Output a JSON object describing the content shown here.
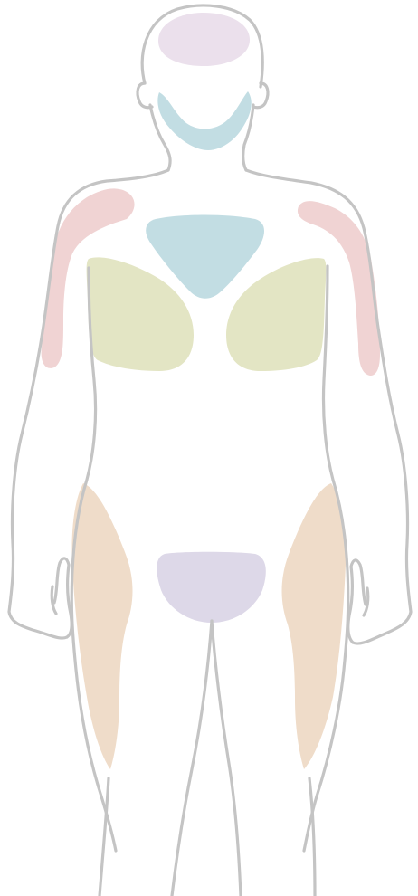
{
  "figure": {
    "outline_color": "#c4c4c4",
    "regions": [
      {
        "id": "scalp",
        "color": "#ebe0ec"
      },
      {
        "id": "jaw",
        "color": "#c2dde3"
      },
      {
        "id": "chest",
        "color": "#c2dde3"
      },
      {
        "id": "upper-arm-left",
        "color": "#f0d3d3"
      },
      {
        "id": "upper-arm-right",
        "color": "#f0d3d3"
      },
      {
        "id": "flank-left",
        "color": "#e3e5c4"
      },
      {
        "id": "flank-right",
        "color": "#e3e5c4"
      },
      {
        "id": "groin",
        "color": "#ddd8e8"
      },
      {
        "id": "thigh-left",
        "color": "#efdcc9"
      },
      {
        "id": "thigh-right",
        "color": "#efdcc9"
      }
    ]
  }
}
